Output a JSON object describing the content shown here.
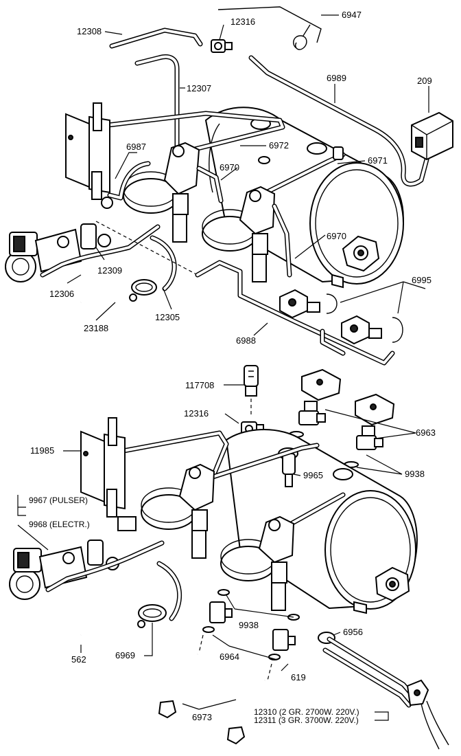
{
  "labels": {
    "l12308": "12308",
    "l12316a": "12316",
    "l6947": "6947",
    "l12307": "12307",
    "l6989": "6989",
    "l209": "209",
    "l6987": "6987",
    "l6972": "6972",
    "l6971": "6971",
    "l6970a": "6970",
    "l6970b": "6970",
    "l6995": "6995",
    "l12309": "12309",
    "l12306": "12306",
    "l23188": "23188",
    "l12305": "12305",
    "l6988": "6988",
    "l117708": "117708",
    "l12316b": "12316",
    "l6963": "6963",
    "l11985": "11985",
    "l9965": "9965",
    "l9938a": "9938",
    "l9967": "9967 (PULSER)",
    "l9968": "9968 (ELECTR.)",
    "l9938b": "9938",
    "l6956": "6956",
    "l562": "562",
    "l6969": "6969",
    "l6964": "6964",
    "l619": "619",
    "l6973": "6973",
    "l12310": "12310 (2 GR. 2700W. 220V.)",
    "l12311": "12311 (3 GR. 3700W. 220V.)"
  }
}
